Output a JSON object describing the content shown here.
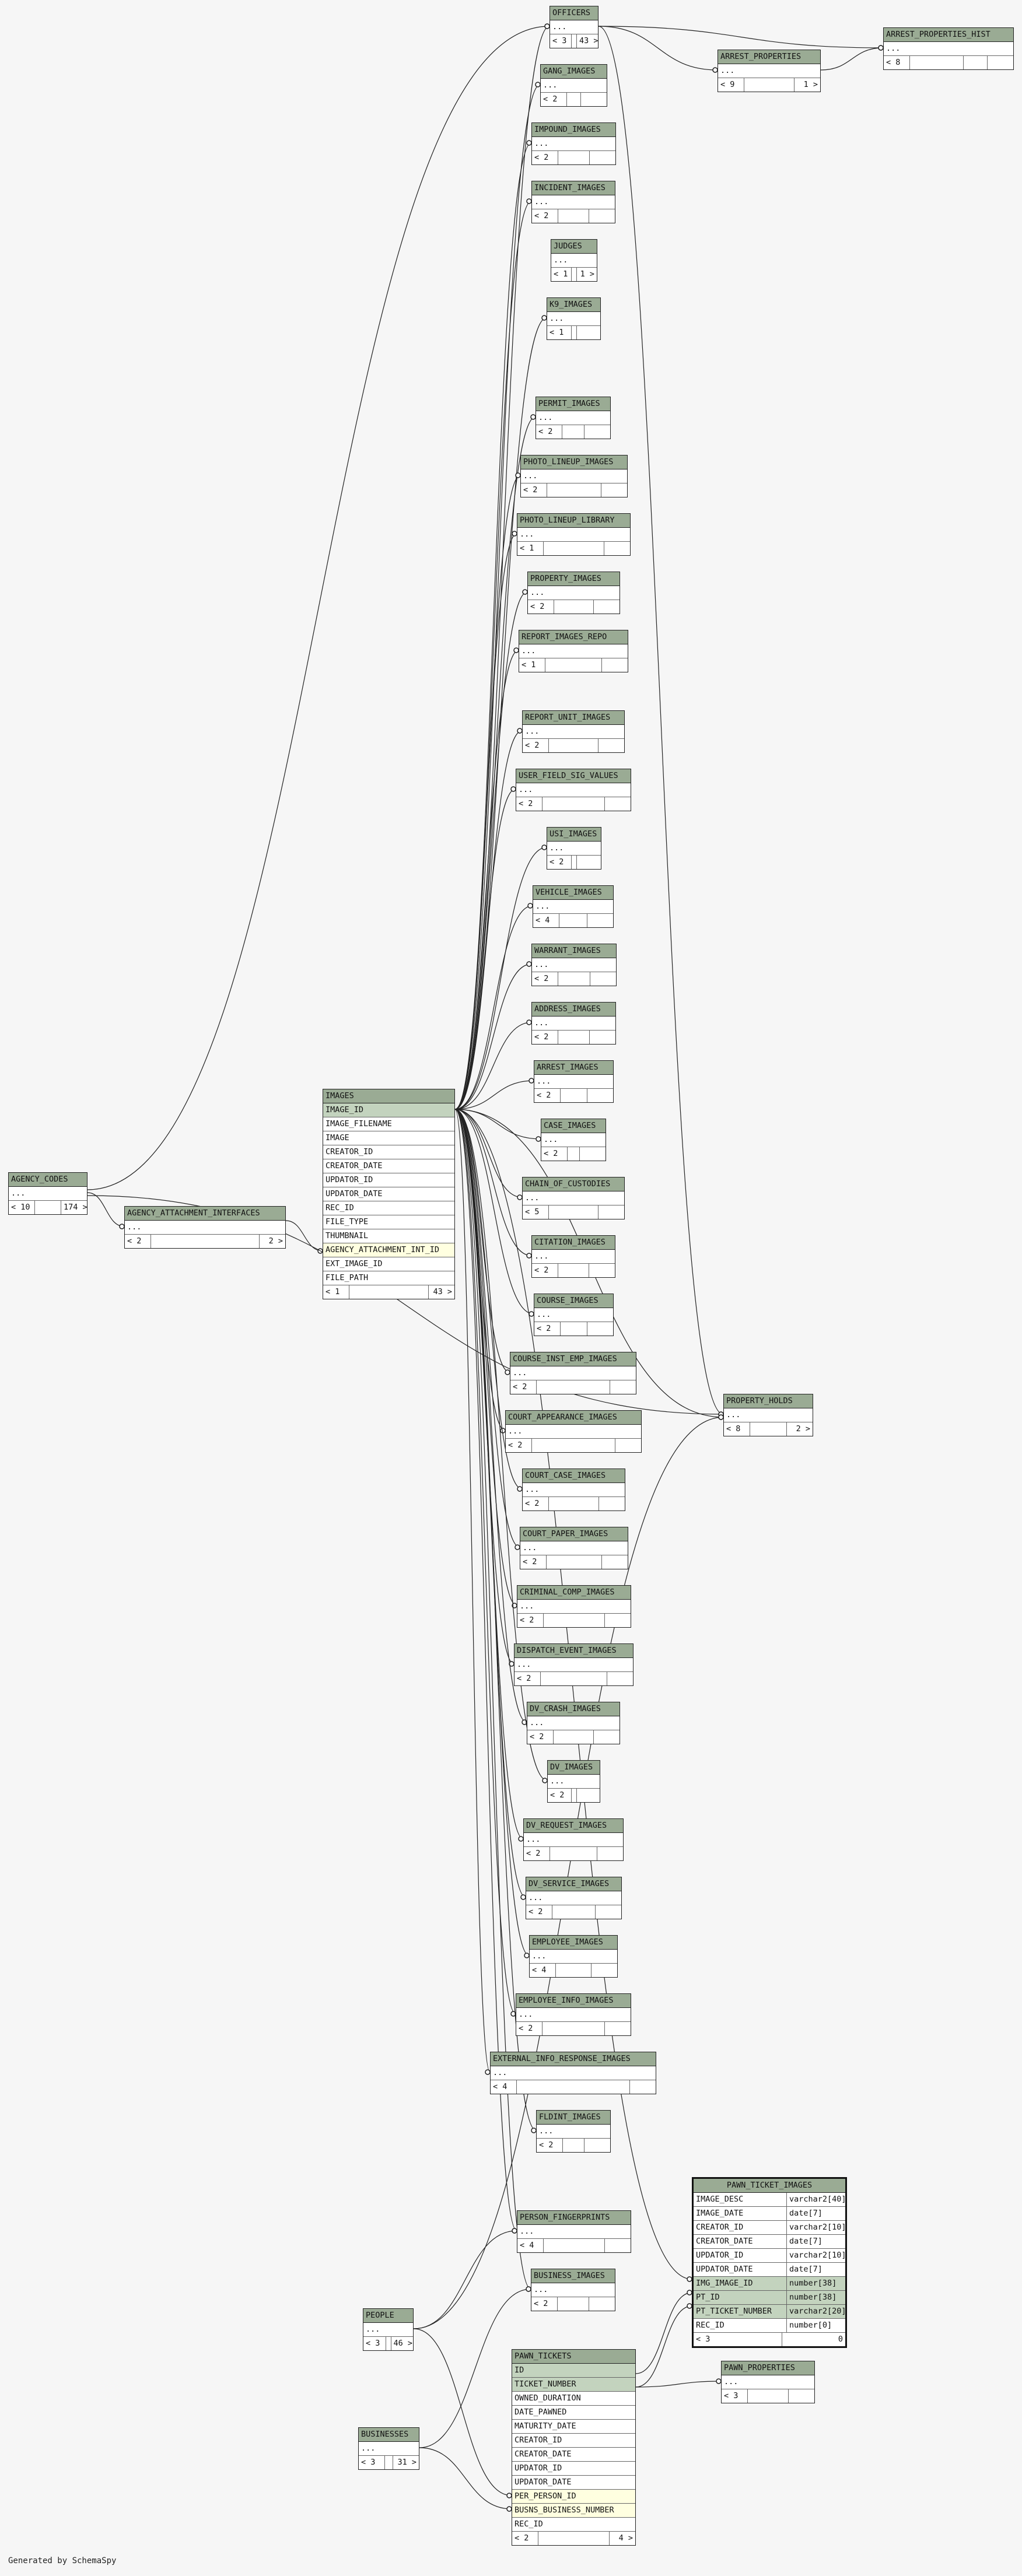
{
  "diagram": {
    "generated_by": "Generated by SchemaSpy",
    "tables": [
      {
        "id": "OFFICIERS",
        "name": "OFFICERS",
        "rows": [
          "..."
        ],
        "footer": [
          "< 3",
          "",
          "43 >"
        ]
      },
      {
        "id": "ARREST_PROPERTIES_HIST",
        "name": "ARREST_PROPERTIES_HIST",
        "rows": [
          "..."
        ],
        "footer": [
          "< 8",
          "",
          "",
          ""
        ]
      },
      {
        "id": "ARREST_PROPERTIES",
        "name": "ARREST_PROPERTIES",
        "rows": [
          "..."
        ],
        "footer": [
          "< 9",
          "",
          "1 >"
        ]
      },
      {
        "id": "GANG_IMAGES",
        "name": "GANG_IMAGES",
        "rows": [
          "..."
        ],
        "footer": [
          "< 2",
          "",
          ""
        ]
      },
      {
        "id": "IMPOUND_IMAGES",
        "name": "IMPOUND_IMAGES",
        "rows": [
          "..."
        ],
        "footer": [
          "< 2",
          "",
          ""
        ]
      },
      {
        "id": "INCIDENT_IMAGES",
        "name": "INCIDENT_IMAGES",
        "rows": [
          "..."
        ],
        "footer": [
          "< 2",
          "",
          ""
        ]
      },
      {
        "id": "JUDGES",
        "name": "JUDGES",
        "rows": [
          "..."
        ],
        "footer": [
          "< 1",
          "",
          "1 >"
        ]
      },
      {
        "id": "K9_IMAGES",
        "name": "K9_IMAGES",
        "rows": [
          "..."
        ],
        "footer": [
          "< 1",
          "",
          ""
        ]
      },
      {
        "id": "PERMIT_IMAGES",
        "name": "PERMIT_IMAGES",
        "rows": [
          "..."
        ],
        "footer": [
          "< 2",
          "",
          ""
        ]
      },
      {
        "id": "PHOTO_LINEUP_IMAGES",
        "name": "PHOTO_LINEUP_IMAGES",
        "rows": [
          "..."
        ],
        "footer": [
          "< 2",
          "",
          ""
        ]
      },
      {
        "id": "PHOTO_LINEUP_LIBRARY",
        "name": "PHOTO_LINEUP_LIBRARY",
        "rows": [
          "..."
        ],
        "footer": [
          "< 1",
          "",
          ""
        ]
      },
      {
        "id": "PROPERTY_IMAGES",
        "name": "PROPERTY_IMAGES",
        "rows": [
          "..."
        ],
        "footer": [
          "< 2",
          "",
          ""
        ]
      },
      {
        "id": "REPORT_IMAGES_REPO",
        "name": "REPORT_IMAGES_REPO",
        "rows": [
          "..."
        ],
        "footer": [
          "< 1",
          "",
          ""
        ]
      },
      {
        "id": "REPORT_UNIT_IMAGES",
        "name": "REPORT_UNIT_IMAGES",
        "rows": [
          "..."
        ],
        "footer": [
          "< 2",
          "",
          ""
        ]
      },
      {
        "id": "USER_FIELD_SIG_VALUES",
        "name": "USER_FIELD_SIG_VALUES",
        "rows": [
          "..."
        ],
        "footer": [
          "< 2",
          "",
          ""
        ]
      },
      {
        "id": "USI_IMAGES",
        "name": "USI_IMAGES",
        "rows": [
          "..."
        ],
        "footer": [
          "< 2",
          "",
          ""
        ]
      },
      {
        "id": "VEHICLE_IMAGES",
        "name": "VEHICLE_IMAGES",
        "rows": [
          "..."
        ],
        "footer": [
          "< 4",
          "",
          ""
        ]
      },
      {
        "id": "WARRANT_IMAGES",
        "name": "WARRANT_IMAGES",
        "rows": [
          "..."
        ],
        "footer": [
          "< 2",
          "",
          ""
        ]
      },
      {
        "id": "ADDRESS_IMAGES",
        "name": "ADDRESS_IMAGES",
        "rows": [
          "..."
        ],
        "footer": [
          "< 2",
          "",
          ""
        ]
      },
      {
        "id": "ARREST_IMAGES",
        "name": "ARREST_IMAGES",
        "rows": [
          "..."
        ],
        "footer": [
          "< 2",
          "",
          ""
        ]
      },
      {
        "id": "CASE_IMAGES",
        "name": "CASE_IMAGES",
        "rows": [
          "..."
        ],
        "footer": [
          "< 2",
          "",
          ""
        ]
      },
      {
        "id": "CHAIN_OF_CUSTODIES",
        "name": "CHAIN_OF_CUSTODIES",
        "rows": [
          "..."
        ],
        "footer": [
          "< 5",
          "",
          ""
        ]
      },
      {
        "id": "CITATION_IMAGES",
        "name": "CITATION_IMAGES",
        "rows": [
          "..."
        ],
        "footer": [
          "< 2",
          "",
          ""
        ]
      },
      {
        "id": "COURSE_IMAGES",
        "name": "COURSE_IMAGES",
        "rows": [
          "..."
        ],
        "footer": [
          "< 2",
          "",
          ""
        ]
      },
      {
        "id": "COURSE_INST_EMP_IMAGES",
        "name": "COURSE_INST_EMP_IMAGES",
        "rows": [
          "..."
        ],
        "footer": [
          "< 2",
          "",
          ""
        ]
      },
      {
        "id": "COURT_APPEARANCE_IMAGES",
        "name": "COURT_APPEARANCE_IMAGES",
        "rows": [
          "..."
        ],
        "footer": [
          "< 2",
          "",
          ""
        ]
      },
      {
        "id": "COURT_CASE_IMAGES",
        "name": "COURT_CASE_IMAGES",
        "rows": [
          "..."
        ],
        "footer": [
          "< 2",
          "",
          ""
        ]
      },
      {
        "id": "COURT_PAPER_IMAGES",
        "name": "COURT_PAPER_IMAGES",
        "rows": [
          "..."
        ],
        "footer": [
          "< 2",
          "",
          ""
        ]
      },
      {
        "id": "CRIMINAL_COMP_IMAGES",
        "name": "CRIMINAL_COMP_IMAGES",
        "rows": [
          "..."
        ],
        "footer": [
          "< 2",
          "",
          ""
        ]
      },
      {
        "id": "DISPATCH_EVENT_IMAGES",
        "name": "DISPATCH_EVENT_IMAGES",
        "rows": [
          "..."
        ],
        "footer": [
          "< 2",
          "",
          ""
        ]
      },
      {
        "id": "DV_CRASH_IMAGES",
        "name": "DV_CRASH_IMAGES",
        "rows": [
          "..."
        ],
        "footer": [
          "< 2",
          "",
          ""
        ]
      },
      {
        "id": "DV_IMAGES",
        "name": "DV_IMAGES",
        "rows": [
          "..."
        ],
        "footer": [
          "< 2",
          "",
          ""
        ]
      },
      {
        "id": "DV_REQUEST_IMAGES",
        "name": "DV_REQUEST_IMAGES",
        "rows": [
          "..."
        ],
        "footer": [
          "< 2",
          "",
          ""
        ]
      },
      {
        "id": "DV_SERVICE_IMAGES",
        "name": "DV_SERVICE_IMAGES",
        "rows": [
          "..."
        ],
        "footer": [
          "< 2",
          "",
          ""
        ]
      },
      {
        "id": "EMPLOYEE_IMAGES",
        "name": "EMPLOYEE_IMAGES",
        "rows": [
          "..."
        ],
        "footer": [
          "< 4",
          "",
          ""
        ]
      },
      {
        "id": "EMPLOYEE_INFO_IMAGES",
        "name": "EMPLOYEE_INFO_IMAGES",
        "rows": [
          "..."
        ],
        "footer": [
          "< 2",
          "",
          ""
        ]
      },
      {
        "id": "EXTERNAL_INFO_RESPONSE_IMAGES",
        "name": "EXTERNAL_INFO_RESPONSE_IMAGES",
        "rows": [
          "..."
        ],
        "footer": [
          "< 4",
          "",
          ""
        ]
      },
      {
        "id": "FLDINT_IMAGES",
        "name": "FLDINT_IMAGES",
        "rows": [
          "..."
        ],
        "footer": [
          "< 2",
          "",
          ""
        ]
      },
      {
        "id": "PERSON_FINGERPRINTS",
        "name": "PERSON_FINGERPRINTS",
        "rows": [
          "..."
        ],
        "footer": [
          "< 4",
          "",
          ""
        ]
      },
      {
        "id": "BUSINESS_IMAGES",
        "name": "BUSINESS_IMAGES",
        "rows": [
          "..."
        ],
        "footer": [
          "< 2",
          "",
          ""
        ]
      },
      {
        "id": "AGENCY_CODES",
        "name": "AGENCY_CODES",
        "rows": [
          "..."
        ],
        "footer": [
          "< 10",
          "",
          "174 >"
        ]
      },
      {
        "id": "AGENCY_ATTACHMENT_INTERFACES",
        "name": "AGENCY_ATTACHMENT_INTERFACES",
        "rows": [
          "..."
        ],
        "footer": [
          "< 2",
          "",
          "2 >"
        ]
      },
      {
        "id": "IMAGES",
        "name": "IMAGES",
        "rows": [
          "IMAGE_ID",
          "IMAGE_FILENAME",
          "IMAGE",
          "CREATOR_ID",
          "CREATOR_DATE",
          "UPDATOR_ID",
          "UPDATOR_DATE",
          "REC_ID",
          "FILE_TYPE",
          "THUMBNAIL",
          "AGENCY_ATTACHMENT_INT_ID",
          "EXT_IMAGE_ID",
          "FILE_PATH"
        ],
        "footer": [
          "< 1",
          "",
          "43 >"
        ]
      },
      {
        "id": "PROPERTY_HOLDS",
        "name": "PROPERTY_HOLDS",
        "rows": [
          "..."
        ],
        "footer": [
          "< 8",
          "",
          "2 >"
        ]
      },
      {
        "id": "PEOPLE",
        "name": "PEOPLE",
        "rows": [
          "..."
        ],
        "footer": [
          "< 3",
          "",
          "46 >"
        ]
      },
      {
        "id": "BUSINESSES",
        "name": "BUSINESSES",
        "rows": [
          "..."
        ],
        "footer": [
          "< 3",
          "",
          "31 >"
        ]
      },
      {
        "id": "PAWN_TICKETS",
        "name": "PAWN_TICKETS",
        "rows": [
          "ID",
          "TICKET_NUMBER",
          "OWNED_DURATION",
          "DATE_PAWNED",
          "MATURITY_DATE",
          "CREATOR_ID",
          "CREATOR_DATE",
          "UPDATOR_ID",
          "UPDATOR_DATE",
          "PER_PERSON_ID",
          "BUSNS_BUSINESS_NUMBER",
          "REC_ID"
        ],
        "footer": [
          "< 2",
          "",
          "4 >"
        ]
      },
      {
        "id": "PAWN_PROPERTIES",
        "name": "PAWN_PROPERTIES",
        "rows": [
          "..."
        ],
        "footer": [
          "< 3",
          "",
          ""
        ]
      }
    ],
    "focus_table": {
      "name": "PAWN_TICKET_IMAGES",
      "columns": [
        [
          "IMAGE_DESC",
          "varchar2[40]"
        ],
        [
          "IMAGE_DATE",
          "date[7]"
        ],
        [
          "CREATOR_ID",
          "varchar2[10]"
        ],
        [
          "CREATOR_DATE",
          "date[7]"
        ],
        [
          "UPDATOR_ID",
          "varchar2[10]"
        ],
        [
          "UPDATOR_DATE",
          "date[7]"
        ],
        [
          "IMG_IMAGE_ID",
          "number[38]"
        ],
        [
          "PT_ID",
          "number[38]"
        ],
        [
          "PT_TICKET_NUMBER",
          "varchar2[20]"
        ],
        [
          "REC_ID",
          "number[0]"
        ]
      ],
      "footer": [
        "< 3",
        "0"
      ]
    }
  }
}
